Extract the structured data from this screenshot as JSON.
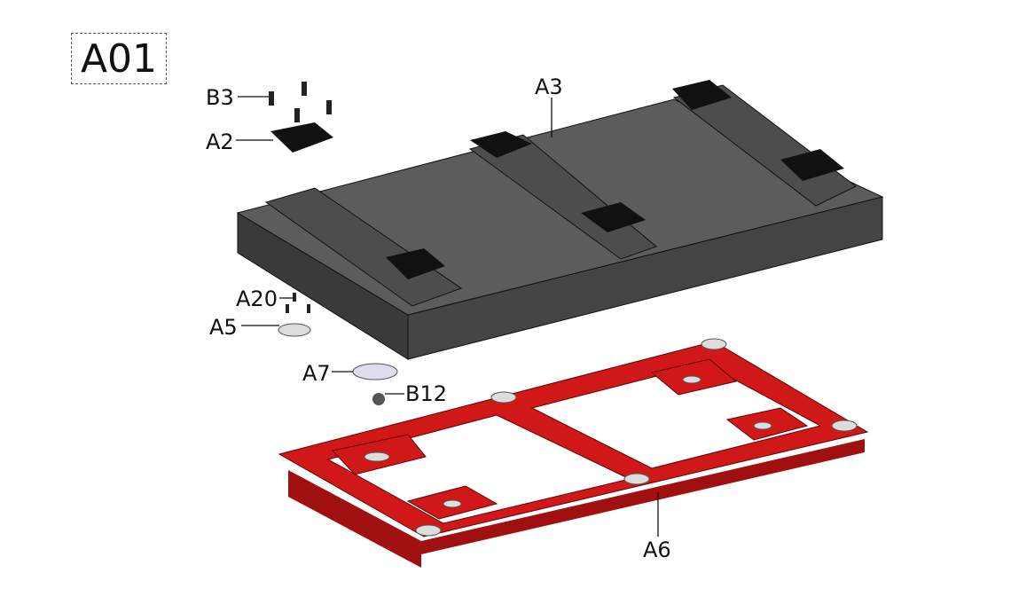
{
  "title": "A01",
  "labels": {
    "b3": "B3",
    "a2": "A2",
    "a3": "A3",
    "a20": "A20",
    "a5": "A5",
    "a7": "A7",
    "b12": "B12",
    "a6": "A6"
  },
  "colors": {
    "platform": "#4a4a4a",
    "frame": "#d01818",
    "pad": "#111111"
  }
}
